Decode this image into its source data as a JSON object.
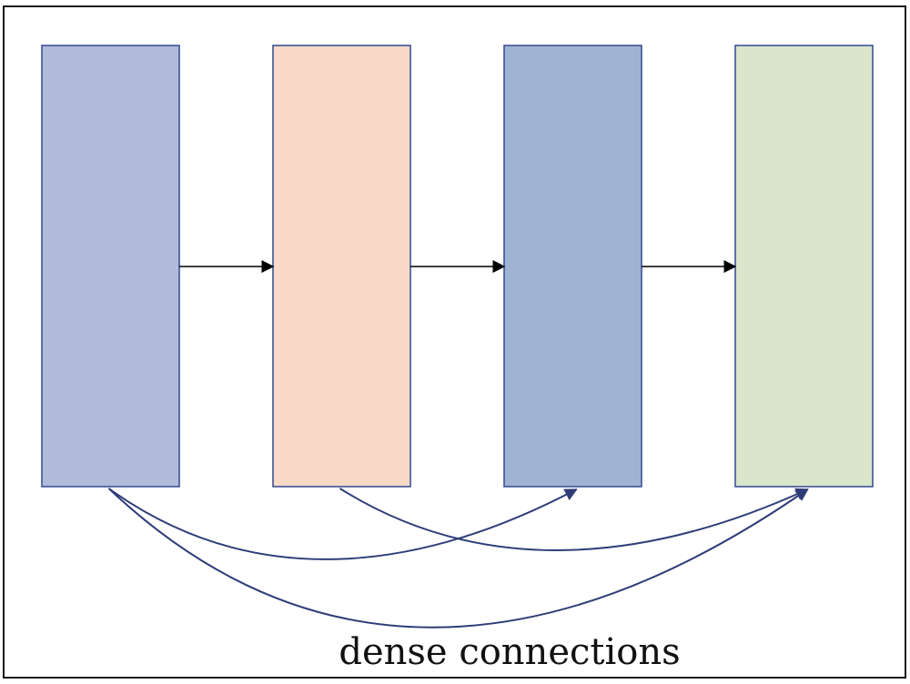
{
  "caption": "dense connections",
  "blocks": [
    {
      "id": "block-1",
      "fill": "#b1bbd9",
      "stroke": "#3d5296"
    },
    {
      "id": "block-2",
      "fill": "#f8d9c7",
      "stroke": "#3d5296"
    },
    {
      "id": "block-3",
      "fill": "#9fb4d2",
      "stroke": "#3d5296"
    },
    {
      "id": "block-4",
      "fill": "#d9e6cb",
      "stroke": "#3d5296"
    }
  ],
  "sequential_connections": [
    {
      "from": 1,
      "to": 2
    },
    {
      "from": 2,
      "to": 3
    },
    {
      "from": 3,
      "to": 4
    }
  ],
  "dense_connections": [
    {
      "from": 1,
      "to": 3
    },
    {
      "from": 1,
      "to": 4
    },
    {
      "from": 2,
      "to": 4
    }
  ],
  "colors": {
    "sequential_arrow": "#000000",
    "dense_arrow": "#2e3c78"
  }
}
